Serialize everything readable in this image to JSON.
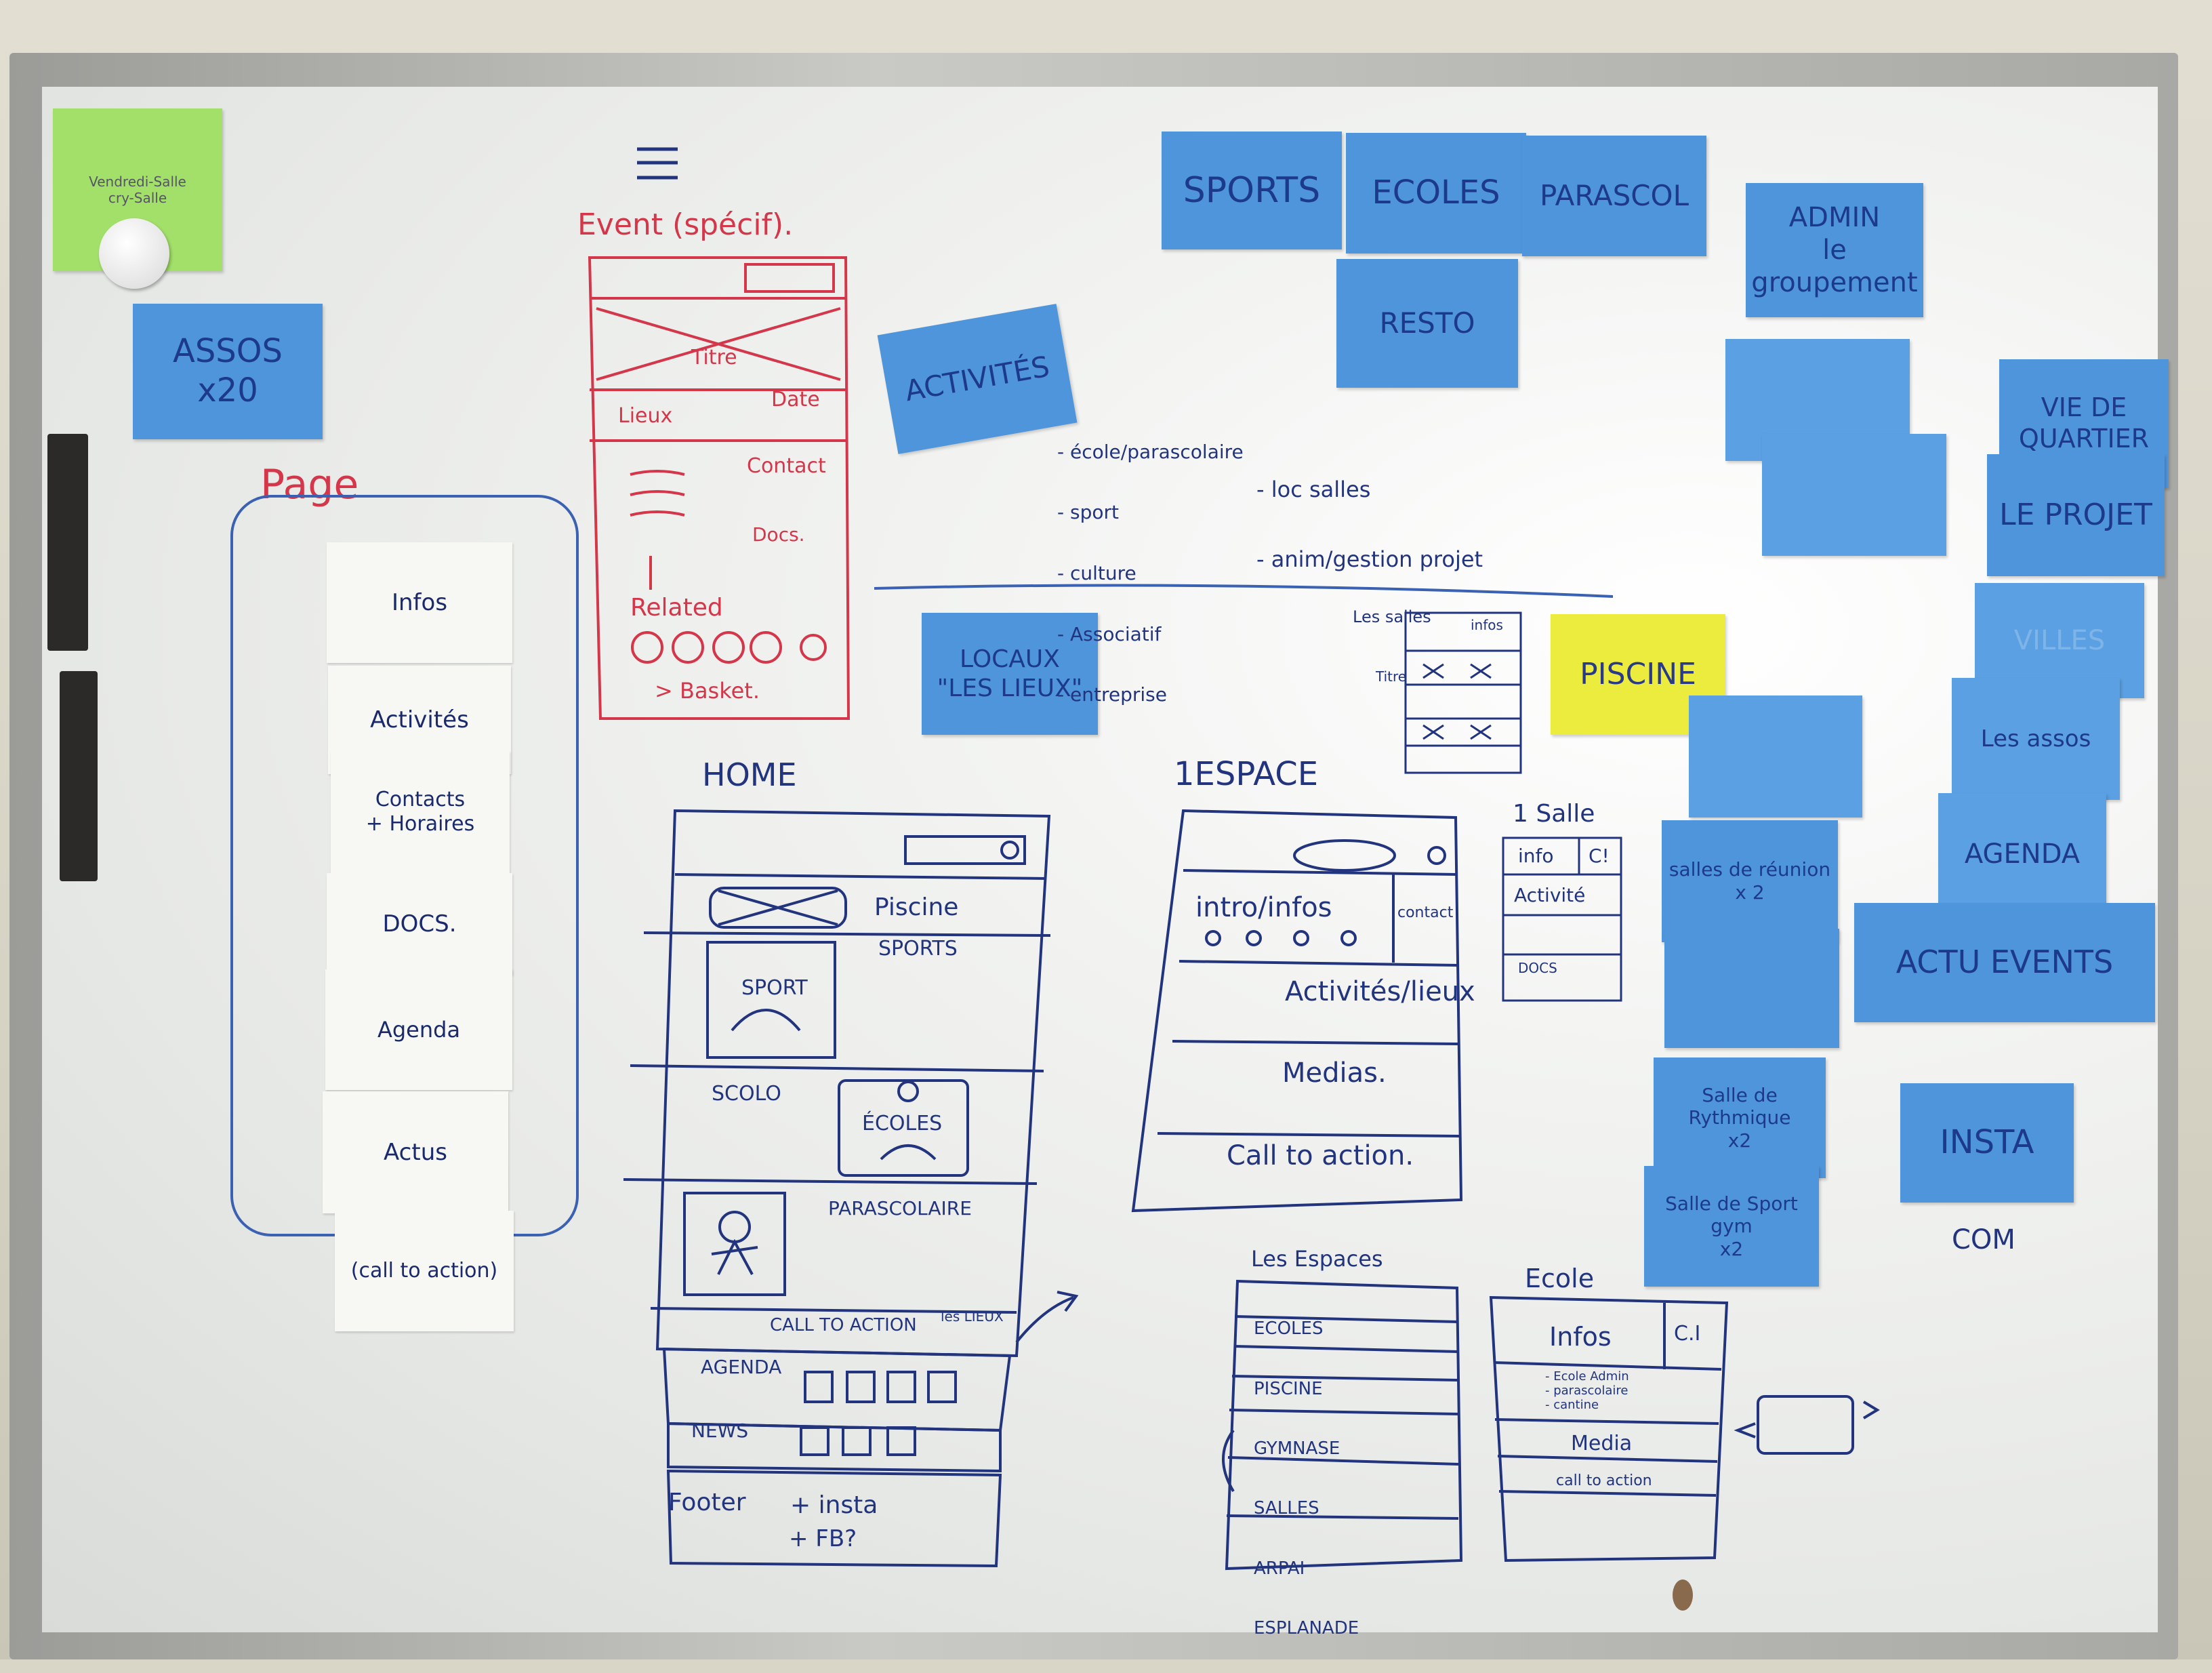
{
  "green_note": {
    "line1": "Vendredi-Salle",
    "line2": "cry-Salle"
  },
  "left_board": {
    "assos_note": "ASSOS\nx20",
    "page_label": "Page",
    "page_cards": [
      "Infos",
      "Activités",
      "Contacts\n+ Horaires",
      "DOCS.",
      "Agenda",
      "Actus",
      "(call to action)"
    ]
  },
  "event_sketch": {
    "title": "Event (spécif).",
    "fields": [
      "Titre",
      "Lieux",
      "Date",
      "Contact",
      "Docs.",
      "Related",
      "> Basket."
    ]
  },
  "top_notes": {
    "sports": "SPORTS",
    "ecoles": "ECOLES",
    "parascol": "PARASCOL",
    "resto": "RESTO",
    "activites": "ACTIVITÉS",
    "locaux": "LOCAUX\n\"LES LIEUX\""
  },
  "activity_list": [
    "- école/parascolaire",
    "- sport",
    "- culture",
    "- Associatif",
    "- entreprise"
  ],
  "activity_list2": [
    "- loc salles",
    "- anim/gestion projet"
  ],
  "right_notes": {
    "admin": "ADMIN\nle groupement",
    "vie": "VIE DE\nQUARTIER",
    "projet": "LE PROJET",
    "villes": "VILLES",
    "assos2": "Les assos",
    "agenda": "AGENDA",
    "actu": "ACTU  EVENTS",
    "insta": "INSTA",
    "piscine": "PISCINE",
    "salle_tech": "salles de réunion\nx 2",
    "salle_cours": "Salle de Rythmique\nx2",
    "salle_sport": "Salle de Sport\ngym\nx2"
  },
  "home_sketch": {
    "title": "HOME",
    "labels": [
      "Piscine",
      "SPORTS",
      "SPORT",
      "SCOLO",
      "ÉCOLES",
      "PARASCOLAIRE",
      "CALL TO ACTION",
      "les LIEUX",
      "AGENDA",
      "NEWS",
      "Footer",
      "+ insta",
      "+ FB?"
    ]
  },
  "espace_sketch": {
    "title": "1ESPACE",
    "labels": [
      "intro/infos",
      "contact",
      "Activités/lieux",
      "Medias.",
      "Call to action."
    ]
  },
  "salle_sketch": {
    "title": "1 Salle",
    "labels": [
      "info",
      "C!",
      "Activité",
      "DOCS"
    ]
  },
  "lessalles": {
    "title": "Les salles",
    "labels": [
      "Titre",
      "infos"
    ]
  },
  "espaces_list": {
    "title": "Les Espaces",
    "items": [
      "ECOLES",
      "PISCINE",
      "GYMNASE",
      "SALLES",
      "ARPAI",
      "ESPLANADE"
    ]
  },
  "ecole_sketch": {
    "title": "Ecole",
    "labels": [
      "Infos",
      "C.I",
      "- Ecole Admin\n- parascolaire\n- cantine",
      "Media",
      "call to action"
    ]
  },
  "com_label": "COM",
  "colors": {
    "blue_note": "#4f95dc",
    "yellow_note": "#ecec3e",
    "green_note": "#a3e06a",
    "red_ink": "#d4374a",
    "blue_ink": "#22347d"
  }
}
